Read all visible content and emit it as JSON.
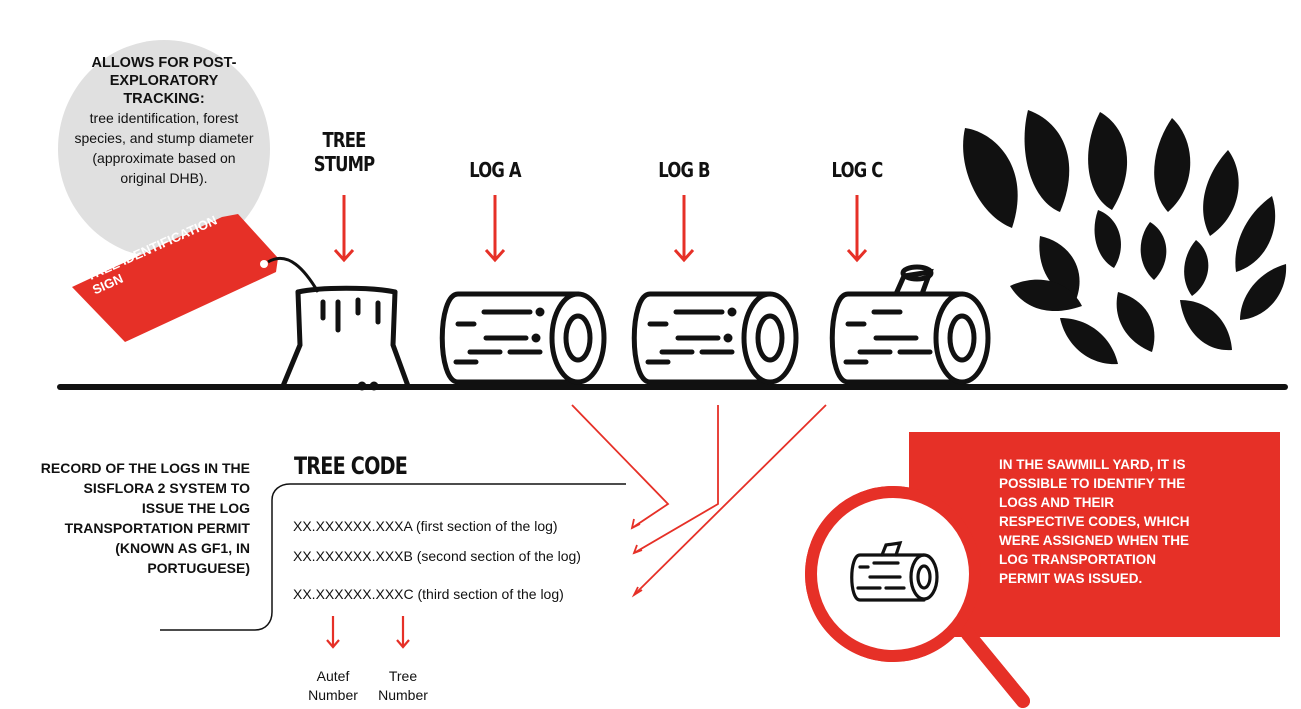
{
  "bubble": {
    "title": "ALLOWS FOR POST-EXPLORATORY TRACKING:",
    "body": "tree identification, forest species, and stump diameter (approximate based on original DHB)."
  },
  "tag": {
    "label": "TREE IDENTIFICATION SIGN"
  },
  "stages": {
    "stump": "TREE STUMP",
    "log_a": "LOG A",
    "log_b": "LOG B",
    "log_c": "LOG C"
  },
  "record": {
    "text": "RECORD OF THE LOGS IN THE SISFLORA 2 SYSTEM TO ISSUE THE LOG TRANSPORTATION PERMIT (KNOWN AS GF1, IN PORTUGUESE)"
  },
  "tree_code": {
    "title": "TREE CODE",
    "lines": [
      "XX.XXXXXX.XXXA (first section of the log)",
      "XX.XXXXXX.XXXB (second section of the log)",
      "XX.XXXXXX.XXXC (third section of the log)"
    ],
    "autef_label": "Autef Number",
    "tree_label": "Tree Number"
  },
  "sawmill": {
    "text": "IN THE SAWMILL YARD, IT IS POSSIBLE TO IDENTIFY THE LOGS AND THEIR RESPECTIVE CODES, WHICH WERE ASSIGNED WHEN THE LOG TRANSPORTATION PERMIT WAS ISSUED."
  },
  "colors": {
    "accent": "#e63027",
    "ink": "#111111",
    "bubble": "#e0e0e0"
  }
}
